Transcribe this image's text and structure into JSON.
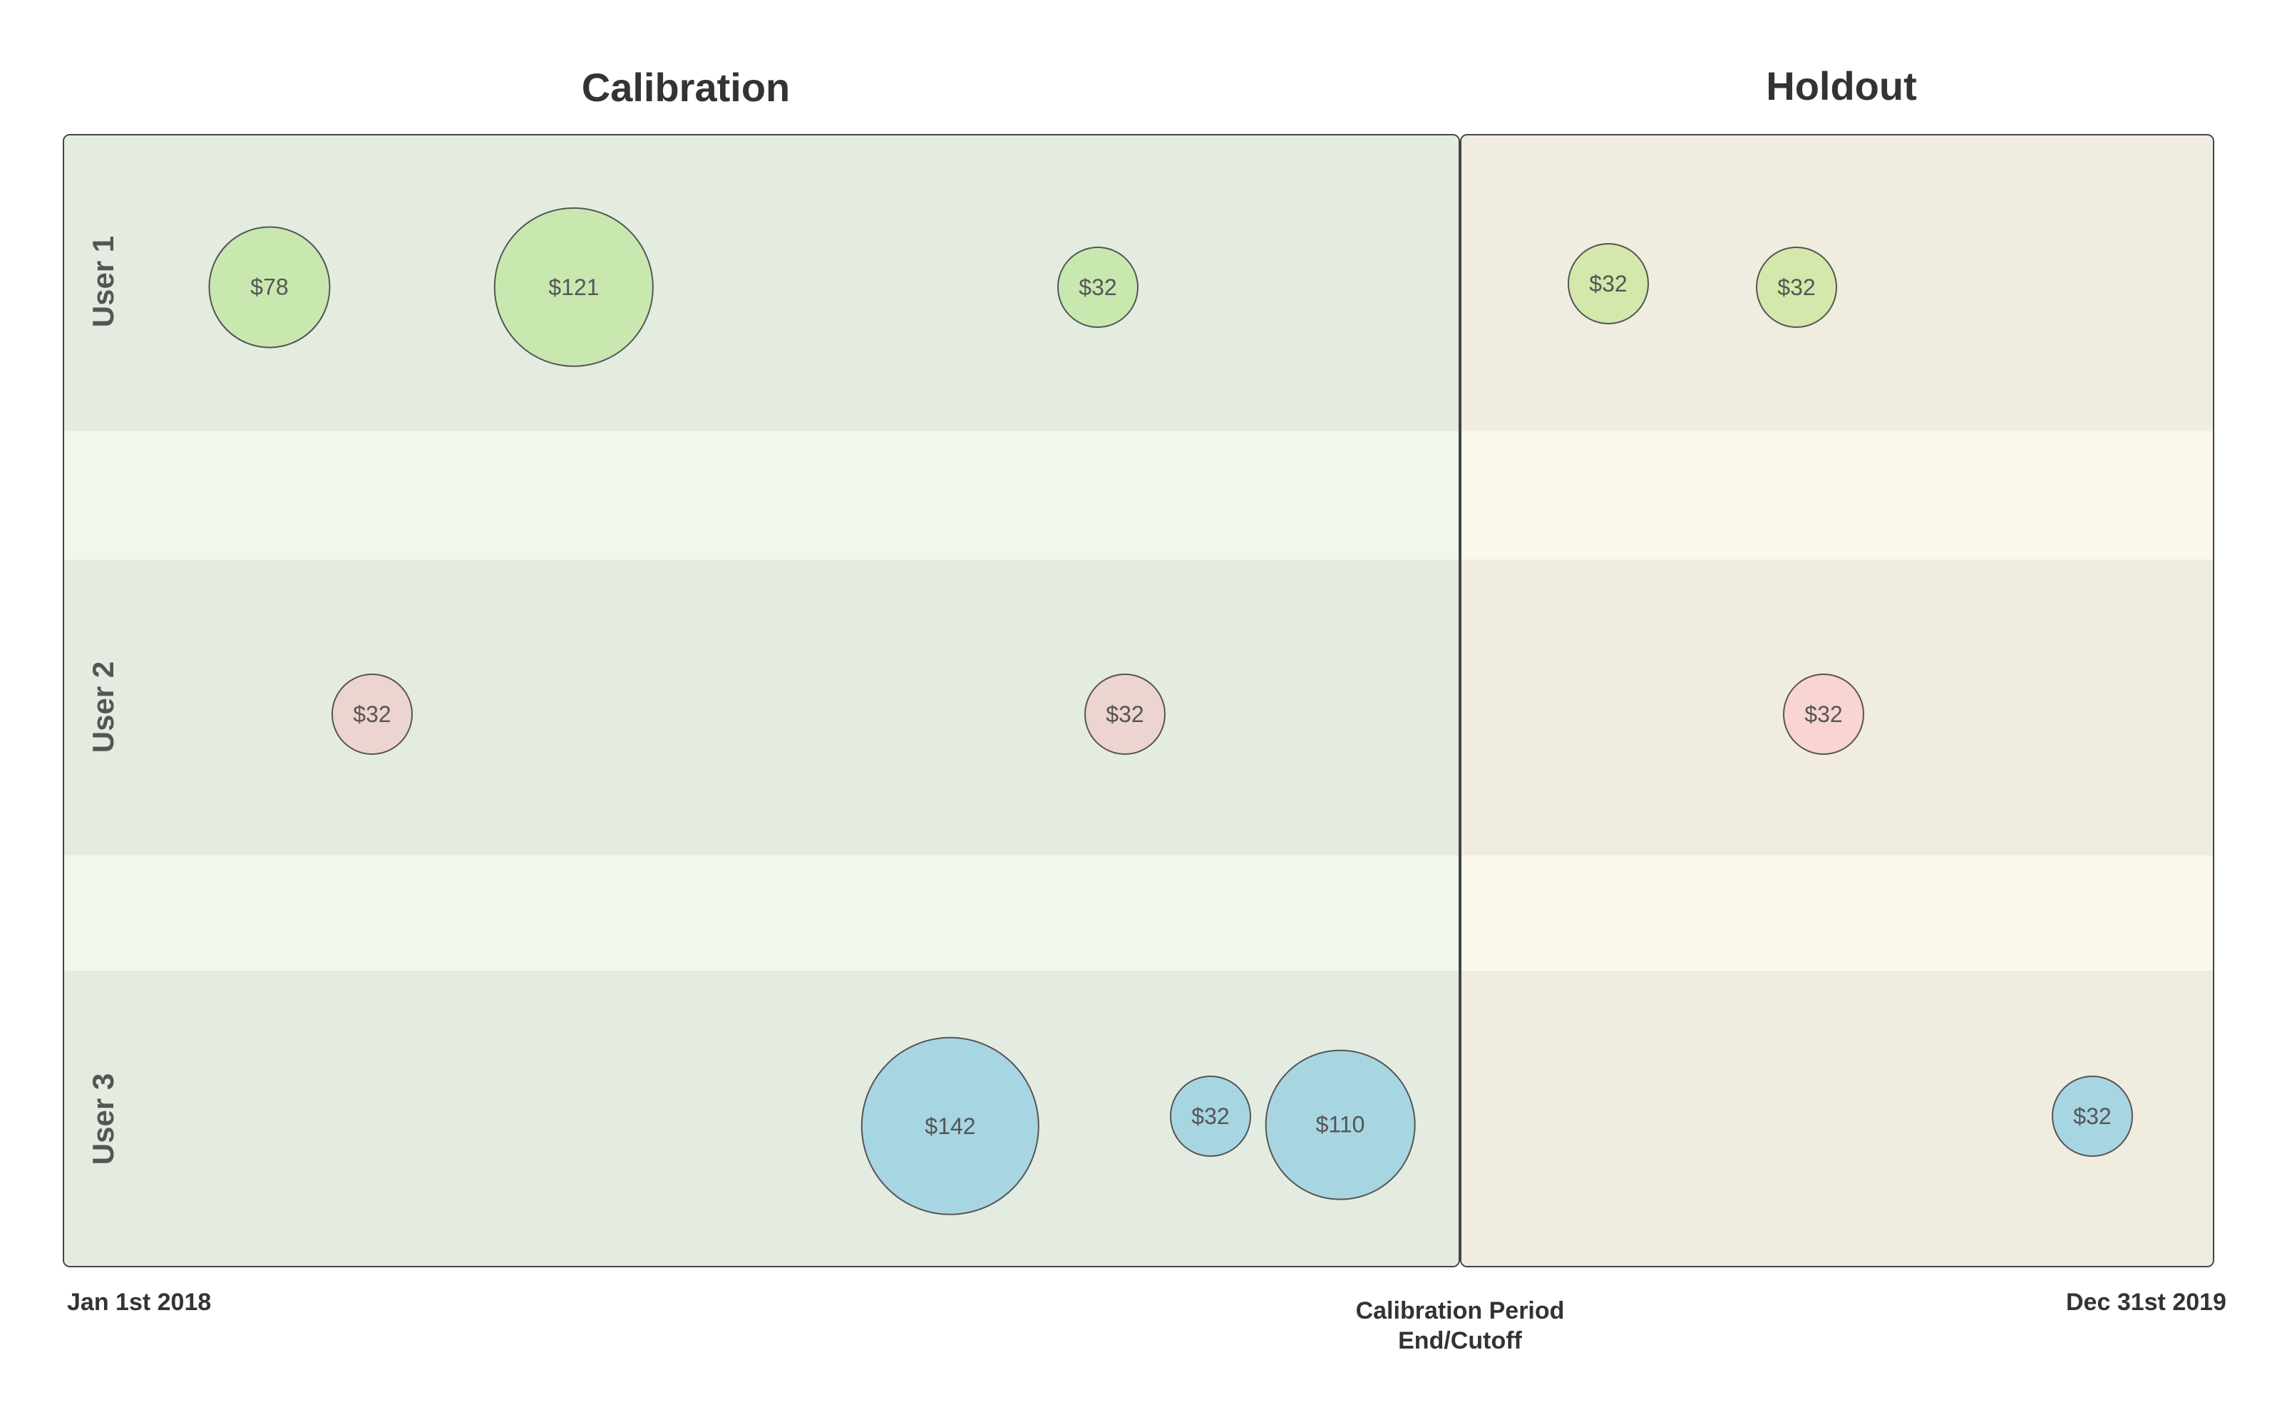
{
  "titles": {
    "calibration": "Calibration",
    "holdout": "Holdout"
  },
  "users": [
    "User 1",
    "User 2",
    "User 3"
  ],
  "axis": {
    "start": "Jan 1st 2018",
    "cutoff_line1": "Calibration Period",
    "cutoff_line2": "End/Cutoff",
    "end": "Dec 31st 2019"
  },
  "colors": {
    "user1": "#c9e8b0",
    "user1_holdout": "#d3e8aa",
    "user2": "#ecd4d0",
    "user2_holdout": "#f8d4d2",
    "user3": "#a8d5e2",
    "calibration_band": "#e4ece1",
    "holdout_band": "#f0ecdf"
  },
  "purchases": [
    {
      "user": 1,
      "period": "calibration",
      "label": "$78",
      "amount": 78
    },
    {
      "user": 1,
      "period": "calibration",
      "label": "$121",
      "amount": 121
    },
    {
      "user": 1,
      "period": "calibration",
      "label": "$32",
      "amount": 32
    },
    {
      "user": 1,
      "period": "holdout",
      "label": "$32",
      "amount": 32
    },
    {
      "user": 1,
      "period": "holdout",
      "label": "$32",
      "amount": 32
    },
    {
      "user": 2,
      "period": "calibration",
      "label": "$32",
      "amount": 32
    },
    {
      "user": 2,
      "period": "calibration",
      "label": "$32",
      "amount": 32
    },
    {
      "user": 2,
      "period": "holdout",
      "label": "$32",
      "amount": 32
    },
    {
      "user": 3,
      "period": "calibration",
      "label": "$142",
      "amount": 142
    },
    {
      "user": 3,
      "period": "calibration",
      "label": "$32",
      "amount": 32
    },
    {
      "user": 3,
      "period": "calibration",
      "label": "$110",
      "amount": 110
    },
    {
      "user": 3,
      "period": "holdout",
      "label": "$32",
      "amount": 32
    }
  ]
}
